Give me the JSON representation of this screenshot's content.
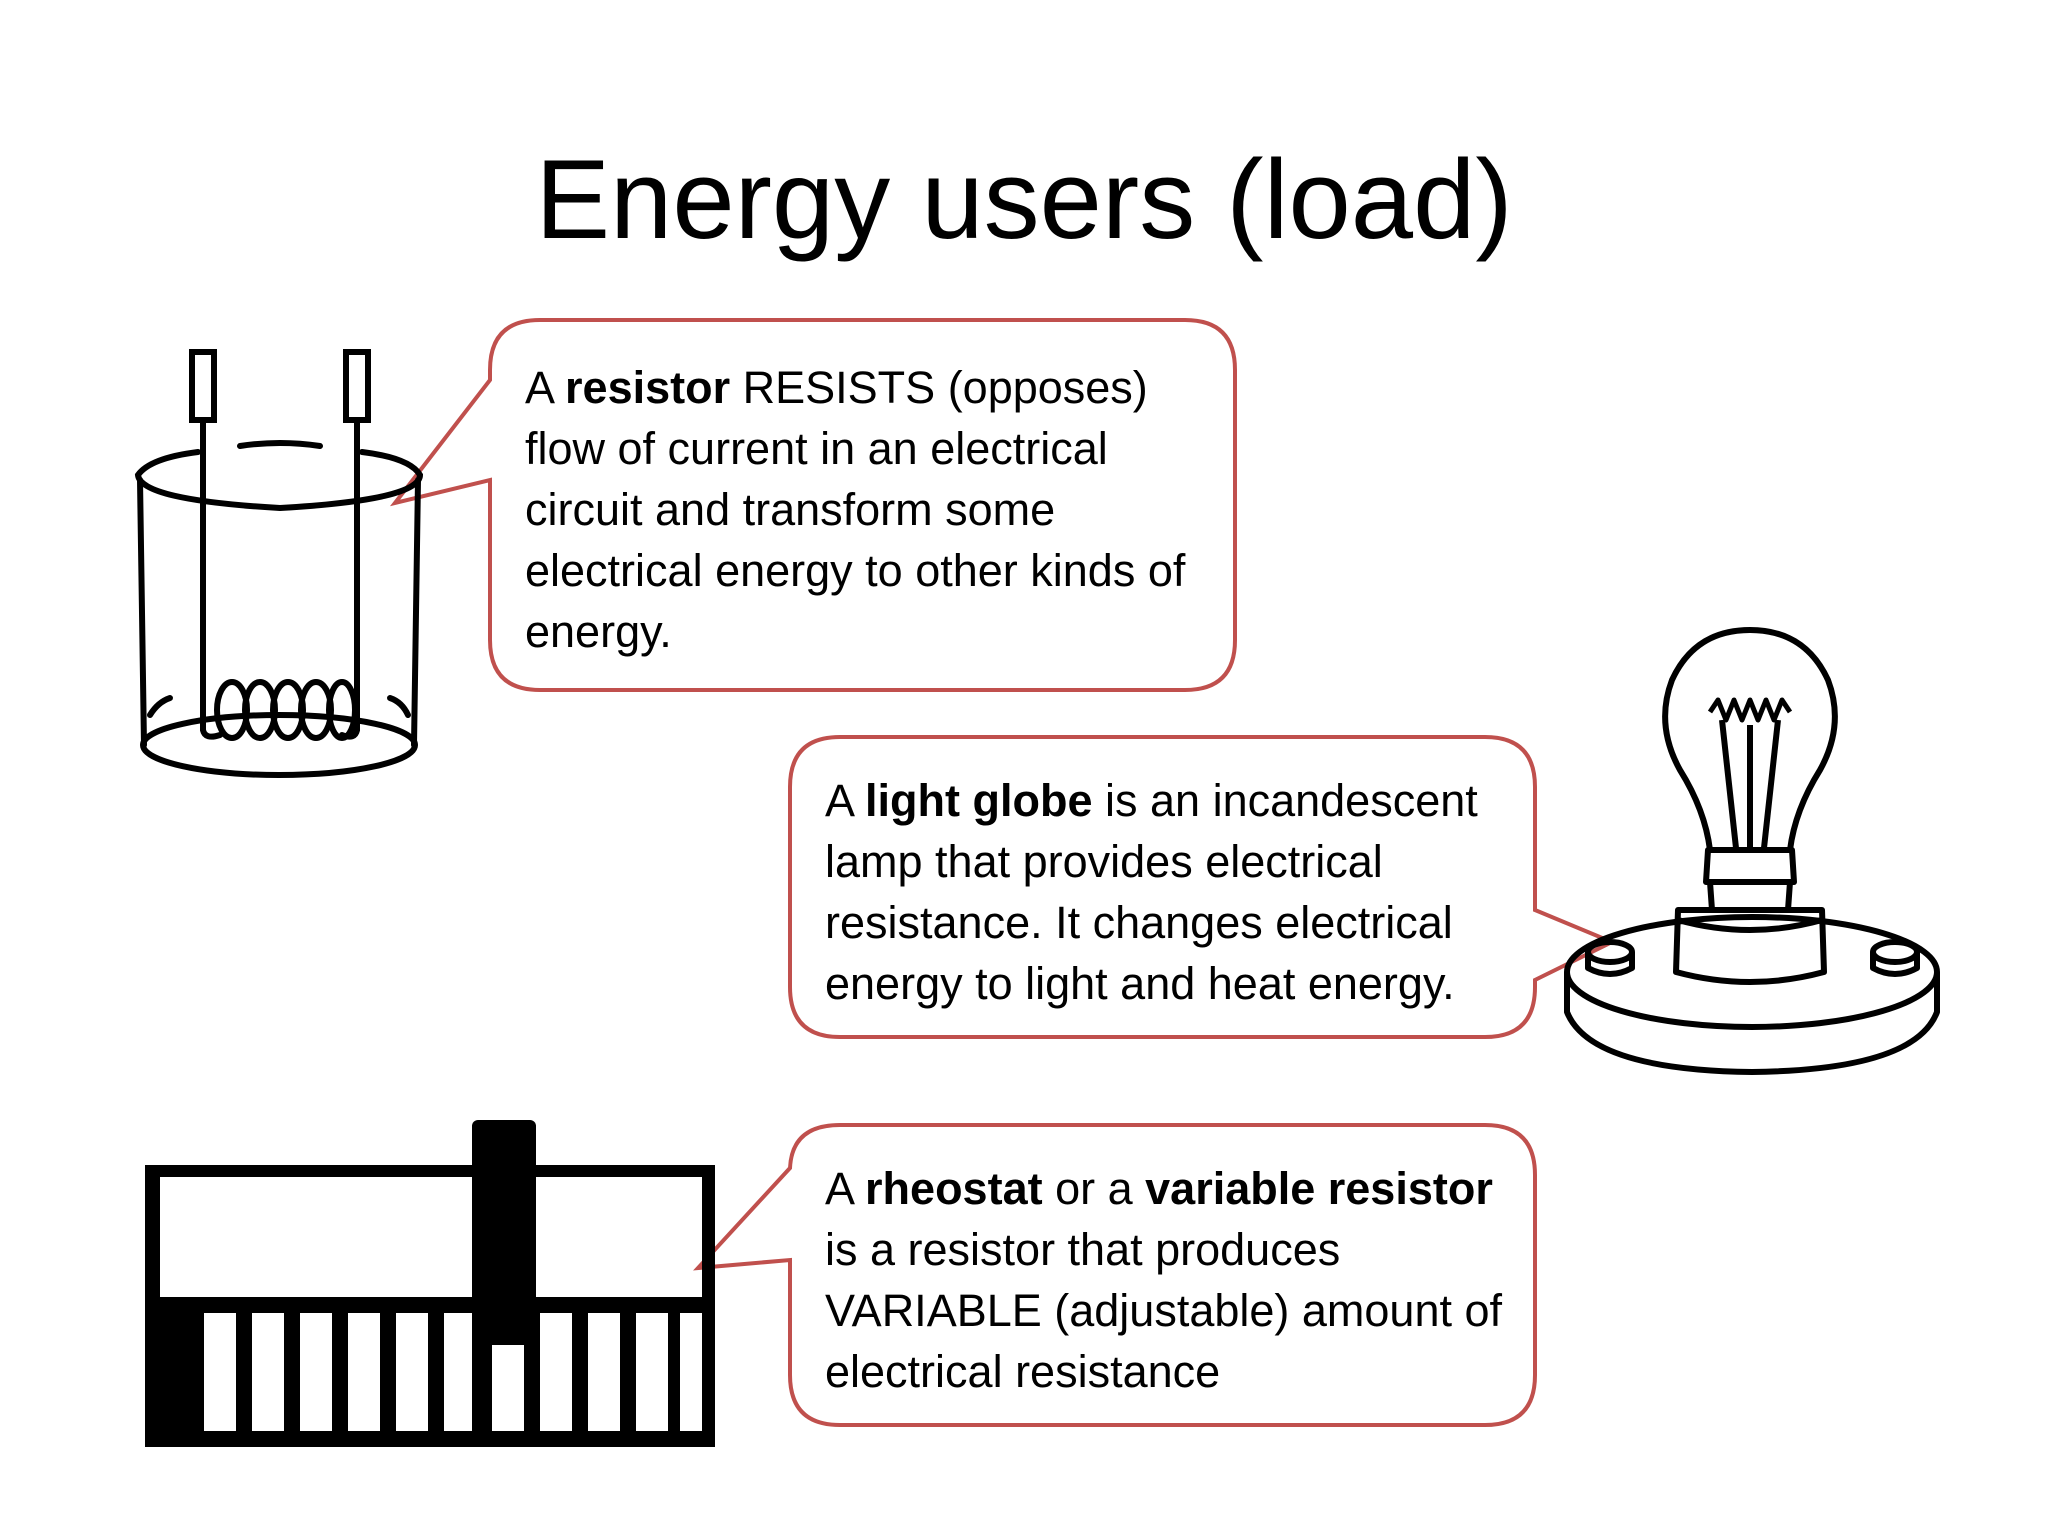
{
  "slide": {
    "title": "Energy users (load)"
  },
  "callouts": {
    "resistor": {
      "prefix": "A ",
      "term": "resistor",
      "body": " RESISTS (opposes) flow of current in an electrical circuit and transform some electrical energy to other kinds of energy."
    },
    "light_globe": {
      "prefix": "A ",
      "term": "light globe",
      "body": " is an incandescent lamp that provides electrical resistance. It changes electrical energy to light and heat energy."
    },
    "rheostat": {
      "prefix": "A ",
      "term1": "rheostat",
      "middle": " or a ",
      "term2": "variable resistor",
      "body": " is a resistor that produces VARIABLE (adjustable) amount of electrical resistance"
    }
  },
  "colors": {
    "callout_border": "#c0504d",
    "ink": "#000000"
  },
  "icons": [
    "resistor-beaker-icon",
    "light-bulb-icon",
    "rheostat-icon"
  ]
}
